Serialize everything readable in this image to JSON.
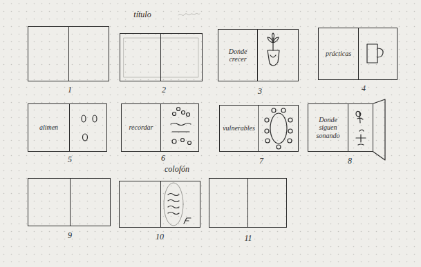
{
  "diagram": {
    "nodes": [
      {
        "text": [
          "1"
        ]
      },
      {
        "text": [
          "título",
          "2"
        ]
      },
      {
        "text": [
          "Donde crecer",
          "3"
        ]
      },
      {
        "text": [
          "prácticas",
          "4"
        ]
      },
      {
        "text": [
          "alimen",
          "5"
        ]
      },
      {
        "text": [
          "recordar",
          "6"
        ]
      },
      {
        "text": [
          "vulnerables",
          "7"
        ]
      },
      {
        "text": [
          "Donde siguen sonando",
          "8"
        ]
      },
      {
        "text": [
          "9"
        ]
      },
      {
        "text": [
          "colofón",
          "10"
        ]
      },
      {
        "text": [
          "11"
        ]
      }
    ]
  }
}
